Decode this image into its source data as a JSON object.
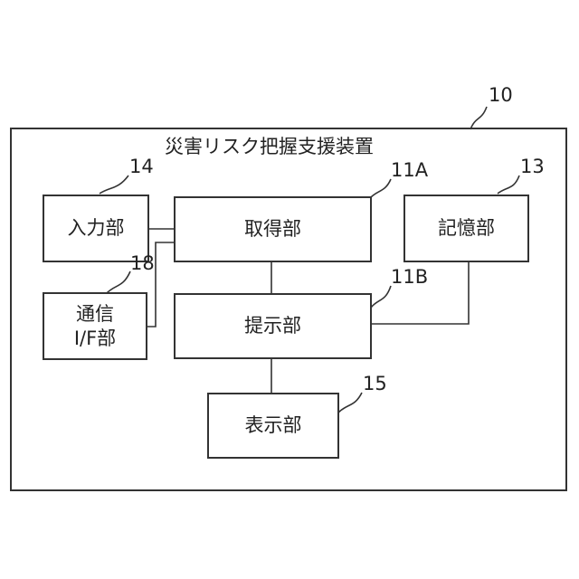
{
  "device": {
    "title": "災害リスク把握支援装置",
    "ref": "10"
  },
  "blocks": {
    "input": {
      "label": "入力部",
      "ref": "14"
    },
    "acquire": {
      "label": "取得部",
      "ref": "11A"
    },
    "storage": {
      "label": "記憶部",
      "ref": "13"
    },
    "comm": {
      "label_line1": "通信",
      "label_line2": "I/F部",
      "ref": "18"
    },
    "present": {
      "label": "提示部",
      "ref": "11B"
    },
    "display": {
      "label": "表示部",
      "ref": "15"
    }
  }
}
